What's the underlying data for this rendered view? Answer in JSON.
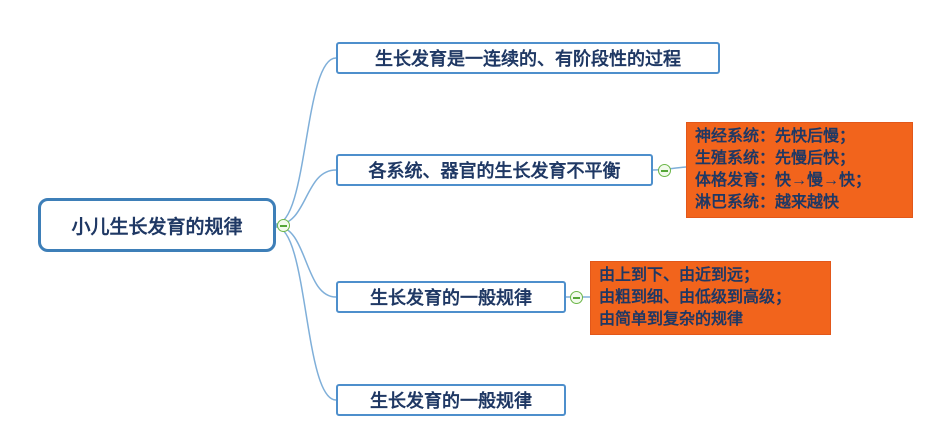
{
  "root": {
    "label": "小儿生长发育的规律"
  },
  "branches": [
    {
      "label": "生长发育是一连续的、有阶段性的过程"
    },
    {
      "label": "各系统、器官的生长发育不平衡",
      "details": [
        "神经系统：先快后慢；",
        "生殖系统：先慢后快；",
        "体格发育：快→慢→快；",
        "淋巴系统：越来越快"
      ]
    },
    {
      "label": "生长发育的一般规律",
      "details": [
        "由上到下、由近到远；",
        "由粗到细、由低级到高级；",
        "由简单到复杂的规律"
      ]
    },
    {
      "label": "生长发育的一般规律"
    }
  ],
  "icons": {
    "collapse": "minus-circle"
  },
  "colors": {
    "root_border": "#3e7fb8",
    "branch_border": "#4e8fcc",
    "connector": "#7fafd9",
    "detail_background": "#f2641c",
    "text": "#1f3864",
    "collapse_green": "#6cb648"
  }
}
